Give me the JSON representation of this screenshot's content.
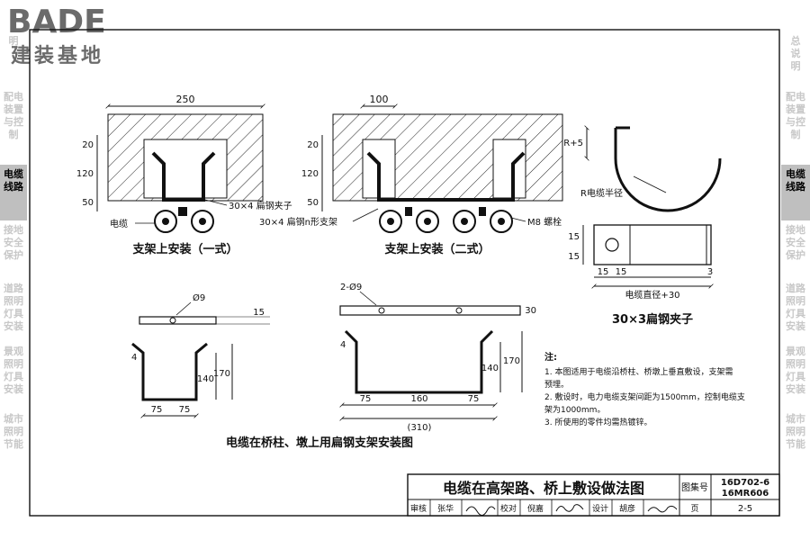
{
  "logo": {
    "brand": "BADE",
    "subtitle": "建装基地"
  },
  "sidebar_right": [
    {
      "label": "总\n说\n明",
      "active": false
    },
    {
      "label": "配电\n装置\n与控\n制",
      "active": false
    },
    {
      "label": "电缆\n线路",
      "active": true
    },
    {
      "label": "接地\n安全\n保护",
      "active": false
    },
    {
      "label": "道路\n照明\n灯具\n安装",
      "active": false
    },
    {
      "label": "景观\n照明\n灯具\n安装",
      "active": false
    },
    {
      "label": "城市\n照明\n节能",
      "active": false
    }
  ],
  "sidebar_left": [
    {
      "label": "明",
      "active": false
    },
    {
      "label": "配电\n装置\n与控\n制",
      "active": false
    },
    {
      "label": "电缆\n线路",
      "active": true
    },
    {
      "label": "接地\n安全\n保护",
      "active": false
    },
    {
      "label": "道路\n照明\n灯具\n安装",
      "active": false
    },
    {
      "label": "景观\n照明\n灯具\n安装",
      "active": false
    },
    {
      "label": "城市\n照明\n节能",
      "active": false
    }
  ],
  "view1": {
    "title": "支架上安装（一式）",
    "dim_width": "250",
    "dims_left": [
      "20",
      "120",
      "50"
    ],
    "label_clip": "30×4 扁钢夹子",
    "label_cable": "电缆"
  },
  "view2": {
    "title": "支架上安装（二式）",
    "dim_width": "100",
    "dims_left": [
      "20",
      "120",
      "50"
    ],
    "label_bracket": "30×4 扁钢n形支架",
    "label_bolt": "M8 螺栓"
  },
  "clip": {
    "title": "30×3扁钢夹子",
    "r5": "R+5",
    "r_label": "R电缆半径",
    "dims_v": [
      "15",
      "15"
    ],
    "dims_h": [
      "15",
      "15",
      "3"
    ],
    "dim_bottom": "电缆直径+30"
  },
  "bracket_a": {
    "hole": "Ø9",
    "dim_t": "15",
    "dim_4": "4",
    "dim_140": "140",
    "dim_170": "170",
    "dim_75a": "75",
    "dim_75b": "75"
  },
  "bracket_b": {
    "hole": "2-Ø9",
    "dim_t": "30",
    "dim_4": "4",
    "dim_140": "140",
    "dim_170": "170",
    "dim_75a": "75",
    "dim_160": "160",
    "dim_75b": "75",
    "dim_total": "(310)"
  },
  "caption": "电缆在桥柱、墩上用扁钢支架安装图",
  "notes": {
    "heading": "注:",
    "items": [
      "1. 本图适用于电缆沿桥柱、桥墩上垂直敷设，支架需",
      "    预埋。",
      "2. 敷设时，电力电缆支架间距为1500mm，控制电缆支",
      "    架为1000mm。",
      "3. 所使用的零件均需热镀锌。"
    ]
  },
  "titleblock": {
    "title": "电缆在高架路、桥上敷设做法图",
    "atlas_label": "图集号",
    "atlas_no_1": "16D702-6",
    "atlas_no_2": "16MR606",
    "review_label": "审核",
    "review_name": "张华",
    "check_label": "校对",
    "check_name": "倪嘉",
    "design_label": "设计",
    "design_name": "胡彦",
    "page_label": "页",
    "page_no": "2-5"
  }
}
